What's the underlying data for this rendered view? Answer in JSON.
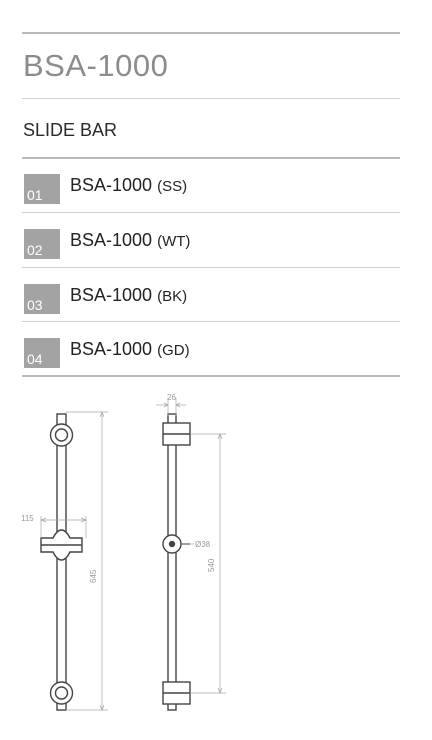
{
  "header": {
    "model": "BSA-1000",
    "subtitle": "SLIDE BAR"
  },
  "variants": [
    {
      "number": "01",
      "code": "BSA-1000",
      "finish": "(SS)"
    },
    {
      "number": "02",
      "code": "BSA-1000",
      "finish": "(WT)"
    },
    {
      "number": "03",
      "code": "BSA-1000",
      "finish": "(BK)"
    },
    {
      "number": "04",
      "code": "BSA-1000",
      "finish": "(GD)"
    }
  ],
  "drawing": {
    "dimensions": {
      "width": "115",
      "height": "645",
      "bracket": "26",
      "diameter": "Ø38",
      "spacing": "540"
    }
  },
  "colors": {
    "number_badge": "#a3a3a3",
    "rule": "#b9b9b9",
    "title": "#8c8c8c"
  }
}
